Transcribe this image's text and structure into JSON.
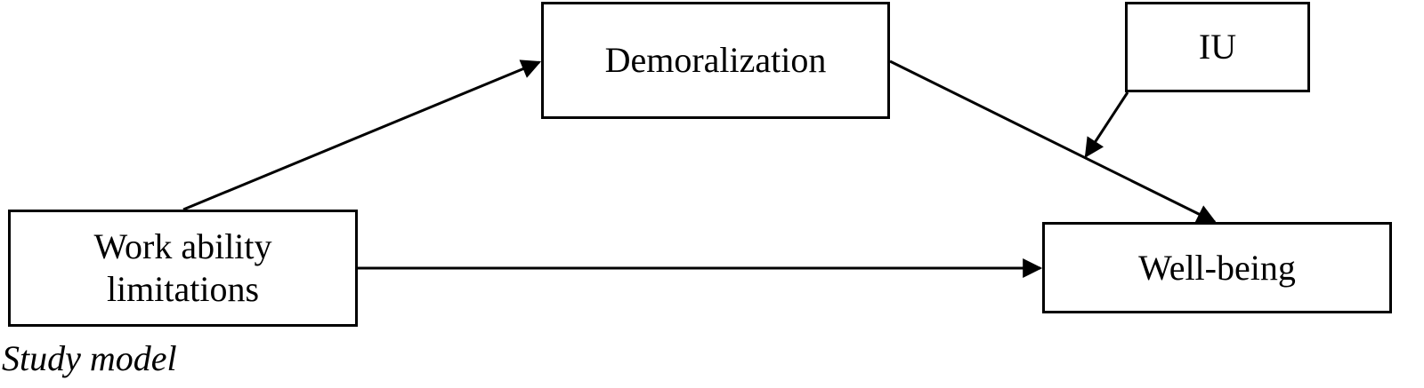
{
  "nodes": {
    "work_ability": {
      "line1": "Work ability",
      "line2": "limitations"
    },
    "demoralization": {
      "label": "Demoralization"
    },
    "iu": {
      "label": "IU"
    },
    "well_being": {
      "label": "Well-being"
    }
  },
  "edges": [
    {
      "from": "Work ability limitations",
      "to": "Demoralization"
    },
    {
      "from": "Demoralization",
      "to": "Well-being"
    },
    {
      "from": "Work ability limitations",
      "to": "Well-being"
    },
    {
      "from": "IU",
      "to": "Demoralization → Well-being path"
    }
  ],
  "caption": "Study model",
  "colors": {
    "stroke": "#000000",
    "background": "#ffffff"
  }
}
